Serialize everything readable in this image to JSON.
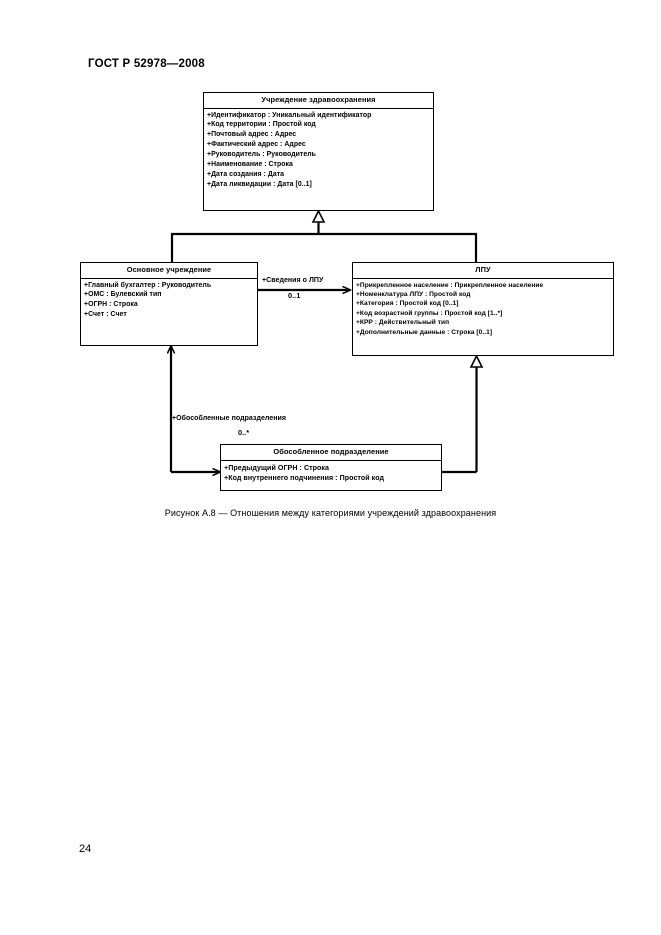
{
  "document": {
    "header": "ГОСТ Р 52978—2008",
    "page_number": "24",
    "figure_caption": "Рисунок А.8 — Отношения между категориями учреждений здравоохранения"
  },
  "diagram": {
    "type": "uml-class-diagram",
    "classes": {
      "institution": {
        "name": "Учреждение здравоохранения",
        "attributes": [
          "+Идентификатор : Уникальный идентификатор",
          "+Код территории : Простой код",
          "+Почтовый адрес : Адрес",
          "+Фактический адрес : Адрес",
          "+Руководитель : Руководитель",
          "+Наименование : Строка",
          "+Дата создания : Дата",
          "+Дата ликвидации : Дата [0..1]"
        ]
      },
      "main_institution": {
        "name": "Основное учреждение",
        "attributes": [
          "+Главный бухгалтер : Руководитель",
          "+ОМС : Булевский тип",
          "+ОГРН : Строка",
          "+Счет : Счет"
        ]
      },
      "lpu": {
        "name": "ЛПУ",
        "attributes": [
          "+Прикрепленное население : Прикрепленное население",
          "+Номенклатура ЛПУ : Простой код",
          "+Категория : Простой код [0..1]",
          "+Код возрастной группы : Простой код [1..*]",
          "+КРР : Действительный тип",
          "+Дополнительные данные : Строка [0..1]"
        ]
      },
      "branch": {
        "name": "Обособленное подразделение",
        "attributes": [
          "+Предыдущий ОГРН : Строка",
          "+Код внутреннего подчинения : Простой код"
        ]
      }
    },
    "associations": [
      {
        "id": "svedeniya-o-lpu",
        "label": "+Сведения о ЛПУ",
        "multiplicity": "0..1",
        "from": "Основное учреждение",
        "to": "ЛПУ",
        "kind": "directed-association"
      },
      {
        "id": "obosoblennye-podrazdeleniya",
        "label": "+Обособленные подразделения",
        "multiplicity": "0..*",
        "from": "Основное учреждение",
        "to": "Обособленное подразделение",
        "kind": "directed-association"
      }
    ],
    "generalizations": [
      {
        "sub": "Основное учреждение",
        "super": "Учреждение здравоохранения"
      },
      {
        "sub": "ЛПУ",
        "super": "Учреждение здравоохранения"
      },
      {
        "sub": "Обособленное подразделение",
        "super": "ЛПУ"
      }
    ],
    "colors": {
      "line": "#000000",
      "fill": "#ffffff",
      "text": "#000000"
    }
  }
}
